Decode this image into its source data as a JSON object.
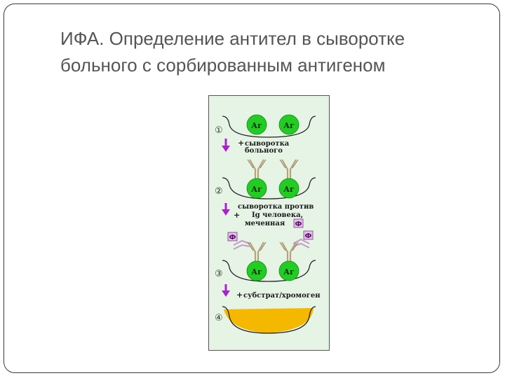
{
  "slide": {
    "title_line1": "ИФА. Определение антител в сыворотке",
    "title_line2": "больного с сорбированным антигеном"
  },
  "diagram": {
    "antigen_label": "Аг",
    "label_tag": "Ф",
    "steps": [
      {
        "number": "①"
      },
      {
        "number": "②"
      },
      {
        "number": "③"
      },
      {
        "number": "④"
      }
    ],
    "reagents": {
      "serum_plus": "+",
      "serum_line1": "сыворотка",
      "serum_line2": "больного",
      "anti_line1": "сыворотка против",
      "anti_plus": "+",
      "anti_line2": "Ig человека,",
      "anti_line3": "меченная",
      "substrate_plus": "+",
      "substrate_text": "субстрат/хромоген"
    },
    "colors": {
      "panel_background": "#e6f4e6",
      "antigen": "#22cc22",
      "arrow": "#aa22cc",
      "antibody_serum": "#b8a27a",
      "antibody_labeled": "#c49ac8",
      "tag": "#e3bfe8",
      "substrate": "#f4b800"
    }
  }
}
